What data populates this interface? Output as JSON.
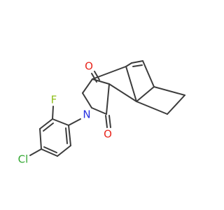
{
  "colors": {
    "background": "#ffffff",
    "bond": "#3c3c3c",
    "oxygen": "#e8271e",
    "nitrogen": "#2630e0",
    "fluorine": "#8fbf1c",
    "chlorine": "#33a832"
  },
  "atoms": {
    "o_top": "O",
    "o_bottom": "O",
    "n": "N",
    "f": "F",
    "cl": "Cl"
  }
}
